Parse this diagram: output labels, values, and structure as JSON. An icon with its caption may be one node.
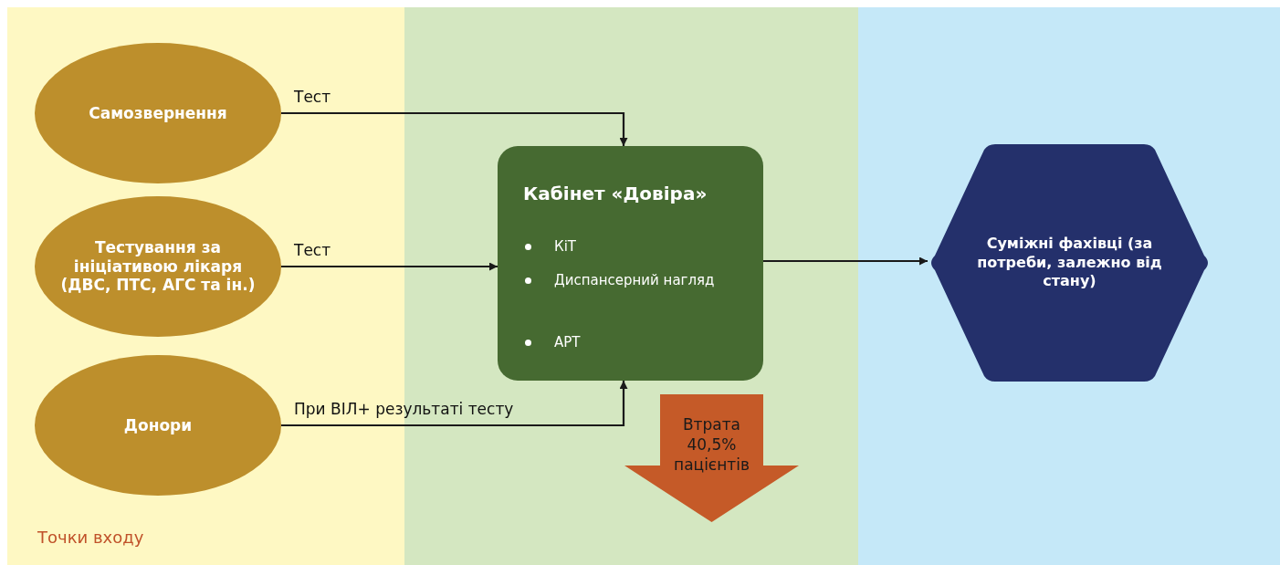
{
  "diagram": {
    "nodes": [
      {
        "text": [
          "Самозвернення"
        ]
      },
      {
        "text": [
          "Тестування за ініціативою лікаря (ДВС, ПТС, АГС та ін.)"
        ]
      },
      {
        "text": [
          "Донори"
        ]
      },
      {
        "text": [
          "Кабінет «Довіра»",
          "КіТ",
          "Диспансерний нагляд",
          "АРТ"
        ]
      },
      {
        "text": [
          "Суміжні фахівці (за потреби, залежно від стану)"
        ]
      },
      {
        "text": [
          "Втрата 40,5% пацієнтів"
        ]
      }
    ],
    "edges": [
      {
        "from": 0,
        "to": 3,
        "arrow": "to",
        "label": "Тест"
      },
      {
        "from": 1,
        "to": 3,
        "arrow": "to",
        "label": "Тест"
      },
      {
        "from": 2,
        "to": 3,
        "arrow": "to",
        "label": "При ВІЛ+ результаті тесту"
      },
      {
        "from": 3,
        "to": 4,
        "arrow": "to"
      }
    ],
    "labels": [
      "Точки входу"
    ]
  }
}
